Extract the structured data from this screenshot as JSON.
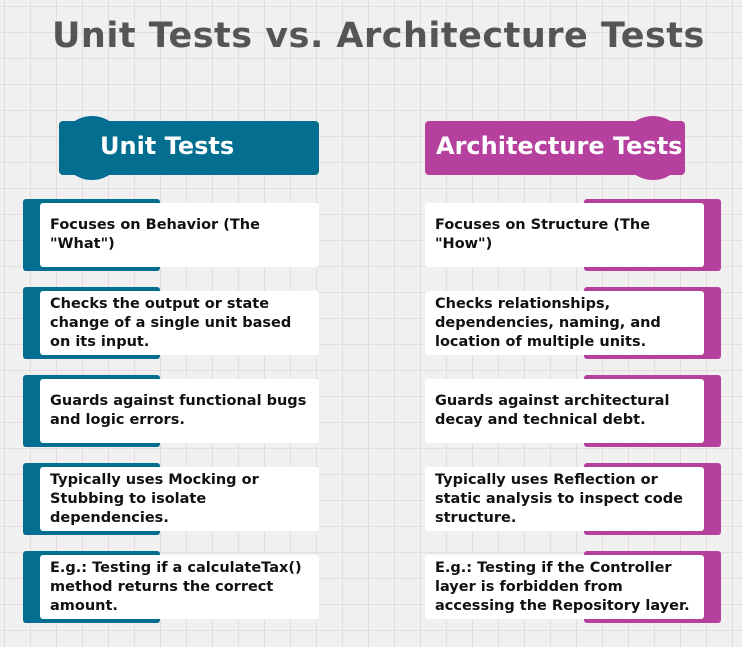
{
  "title": "Unit Tests vs. Architecture Tests",
  "colors": {
    "unit": "#036e8f",
    "architecture": "#b5409e",
    "title": "#555555"
  },
  "unit": {
    "heading": "Unit Tests",
    "items": [
      "Focuses on Behavior (The \"What\")",
      "Checks the output or state change of a single unit based on its input.",
      "Guards against functional bugs and logic errors.",
      "Typically uses Mocking or Stubbing to isolate dependencies.",
      "E.g.: Testing if a calculateTax() method returns the correct amount."
    ]
  },
  "architecture": {
    "heading": "Architecture Tests",
    "items": [
      "Focuses on Structure (The \"How\")",
      "Checks relationships, dependencies, naming, and location of multiple units.",
      "Guards against architectural decay and technical debt.",
      "Typically uses Reflection or static analysis to inspect code structure.",
      "E.g.: Testing if the Controller layer is forbidden from accessing the Repository layer."
    ]
  }
}
